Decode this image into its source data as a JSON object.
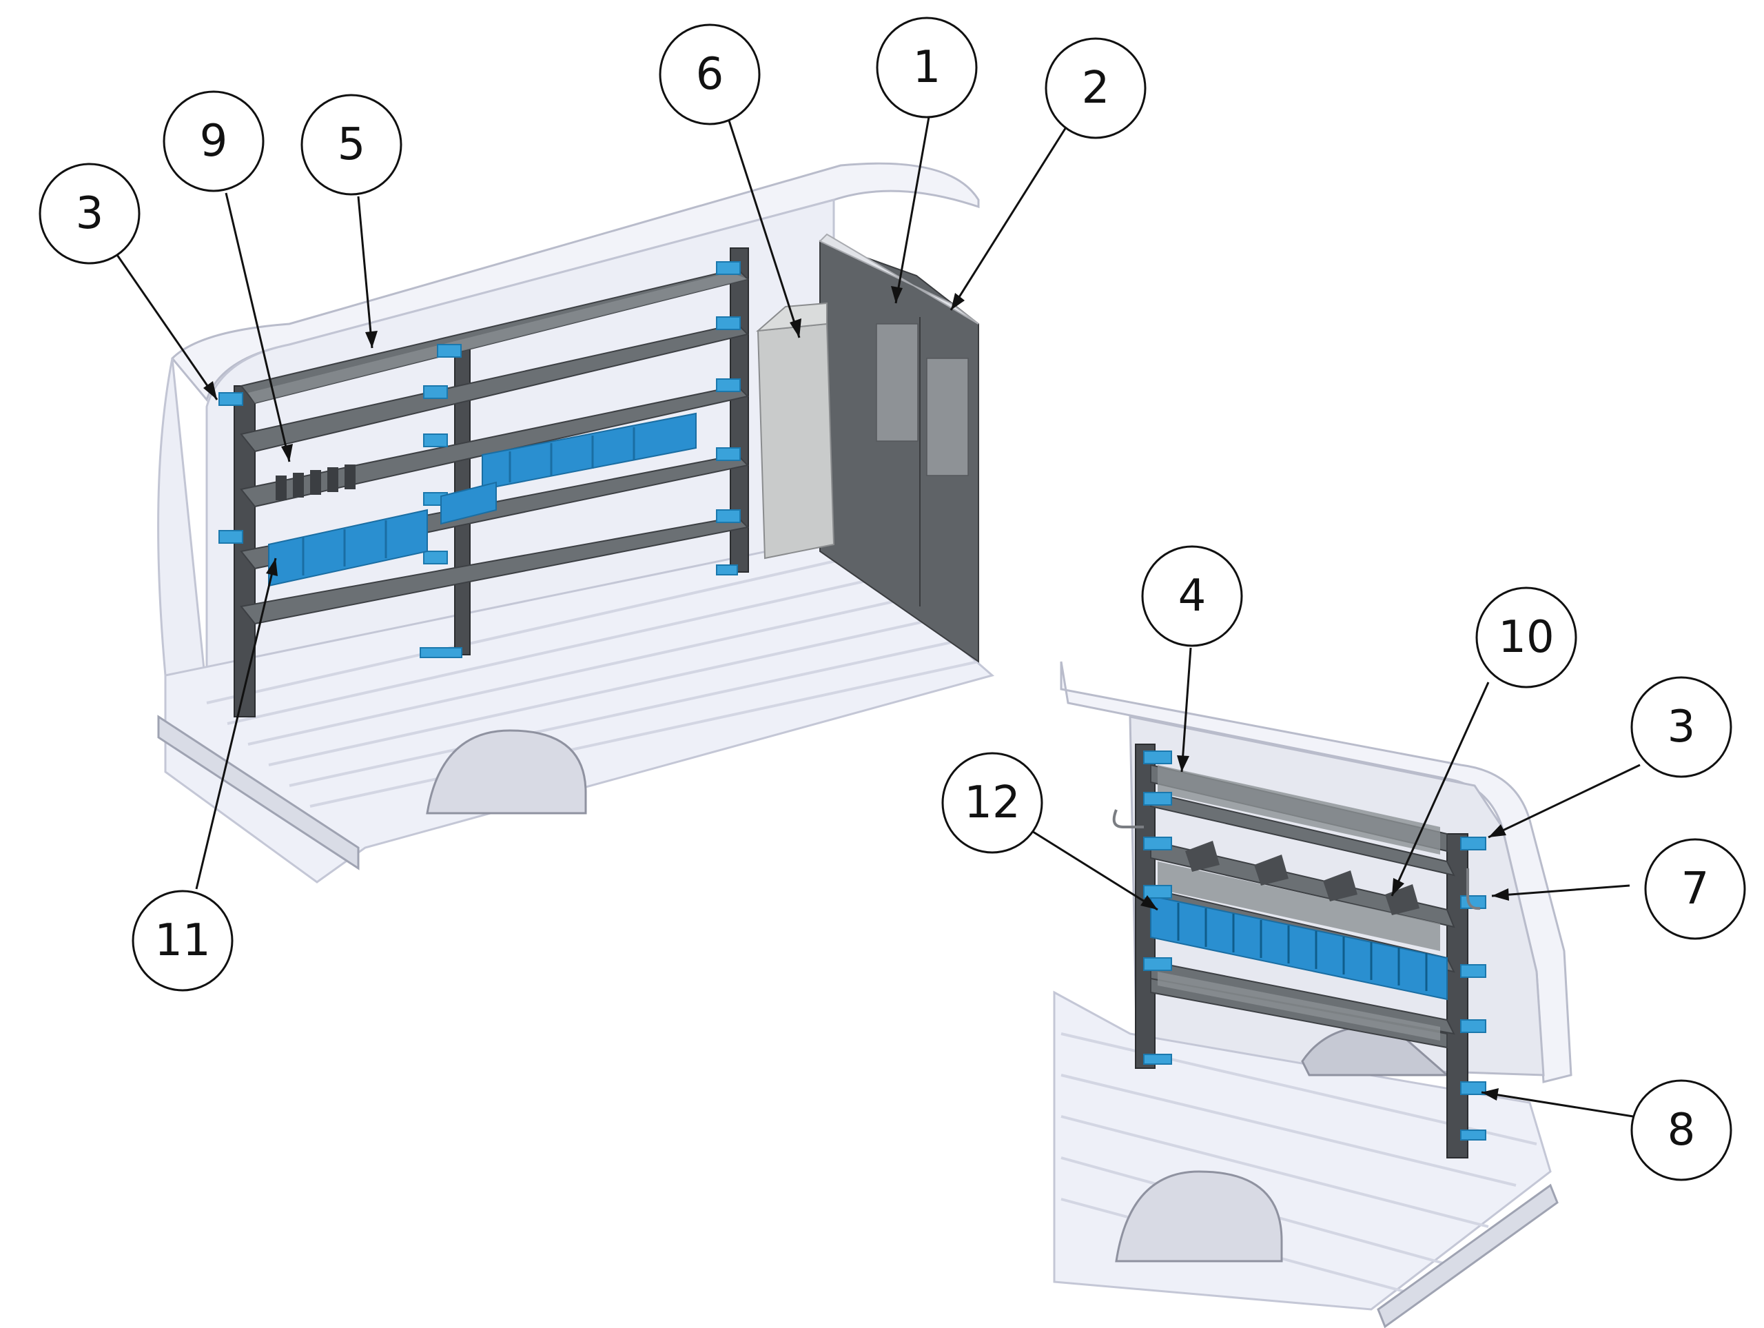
{
  "colors": {
    "bracket_blue": "#3aa2da",
    "bin_blue": "#2a8fd0",
    "shelf_gray": "#6b7074",
    "upright_dark": "#4a4d51",
    "van_body": "#eef0f8",
    "callout_stroke": "#111111"
  },
  "callouts": [
    {
      "id": "c1",
      "label": "1"
    },
    {
      "id": "c2",
      "label": "2"
    },
    {
      "id": "c3a",
      "label": "3"
    },
    {
      "id": "c5",
      "label": "5"
    },
    {
      "id": "c6",
      "label": "6"
    },
    {
      "id": "c9",
      "label": "9"
    },
    {
      "id": "c11",
      "label": "11"
    },
    {
      "id": "c4",
      "label": "4"
    },
    {
      "id": "c10",
      "label": "10"
    },
    {
      "id": "c3b",
      "label": "3"
    },
    {
      "id": "c12",
      "label": "12"
    },
    {
      "id": "c7",
      "label": "7"
    },
    {
      "id": "c8",
      "label": "8"
    }
  ]
}
